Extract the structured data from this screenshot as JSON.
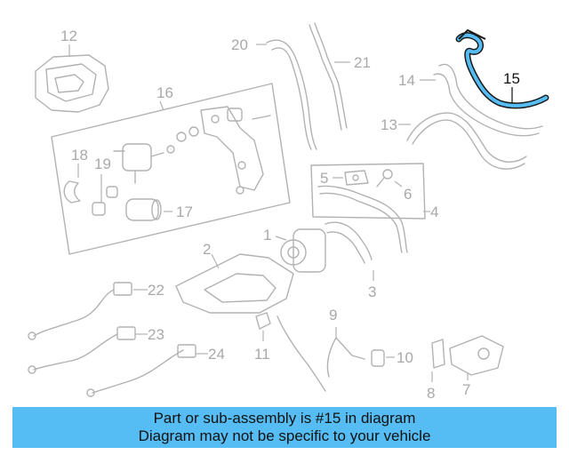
{
  "highlight_color": "#55bdf4",
  "callouts": {
    "c1": "1",
    "c2": "2",
    "c3": "3",
    "c4": "4",
    "c5": "5",
    "c6": "6",
    "c7": "7",
    "c8": "8",
    "c9": "9",
    "c10": "10",
    "c11": "11",
    "c12": "12",
    "c13": "13",
    "c14": "14",
    "c15": "15",
    "c16": "16",
    "c17": "17",
    "c18": "18",
    "c19": "19",
    "c20": "20",
    "c21": "21",
    "c22": "22",
    "c23": "23",
    "c24": "24"
  },
  "highlighted_part": "15",
  "banner": {
    "line1": "Part or sub-assembly is #15 in diagram",
    "line2": "Diagram may not be specific to your vehicle"
  }
}
